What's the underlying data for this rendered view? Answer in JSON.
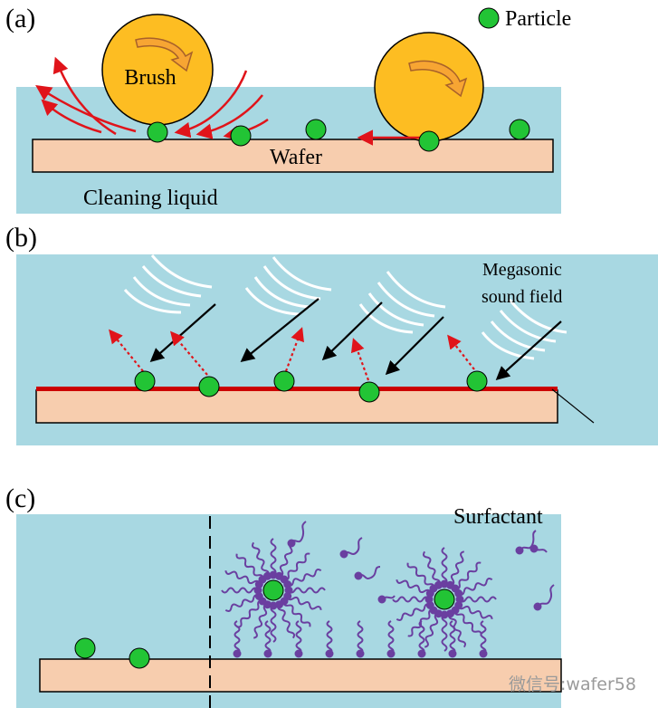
{
  "panel_a": {
    "tag": "(a)",
    "legend_label": "Particle",
    "brush_label": "Brush",
    "wafer_label": "Wafer",
    "liquid_label": "Cleaning liquid"
  },
  "panel_b": {
    "tag": "(b)",
    "field_label_line1": "Megasonic",
    "field_label_line2": "sound field"
  },
  "panel_c": {
    "tag": "(c)",
    "surfactant_label": "Surfactant"
  },
  "watermark": "微信号:wafer58",
  "colors": {
    "liquid": "#a8d8e2",
    "wafer": "#f7cdae",
    "particle": "#22c435",
    "brush": "#fdbd22",
    "flow_arrow": "#e0141a",
    "film": "#cc0000",
    "surfactant": "#6a3fa0"
  }
}
